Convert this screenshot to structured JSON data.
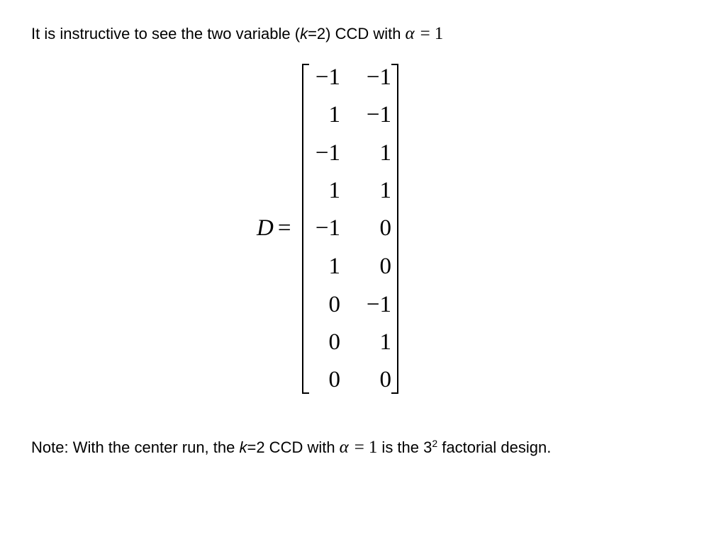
{
  "intro": {
    "text_before": "It is instructive to see the two variable (",
    "k": "k",
    "text_mid": "=2) CCD with",
    "alpha": "α",
    "eq": "=",
    "alpha_value": "1"
  },
  "matrix": {
    "name": "D",
    "eq": "=",
    "rows": [
      [
        "−1",
        "−1"
      ],
      [
        "1",
        "−1"
      ],
      [
        "−1",
        "1"
      ],
      [
        "1",
        "1"
      ],
      [
        "−1",
        "0"
      ],
      [
        "1",
        "0"
      ],
      [
        "0",
        "−1"
      ],
      [
        "0",
        "1"
      ],
      [
        "0",
        "0"
      ]
    ]
  },
  "note": {
    "text_before": "Note: With the center run, the ",
    "k": "k",
    "text_mid": "=2 CCD with",
    "alpha": "α",
    "eq": "=",
    "alpha_value": "1",
    "text_after_1": " is the 3",
    "superscript": "2",
    "text_after_2": " factorial design."
  }
}
